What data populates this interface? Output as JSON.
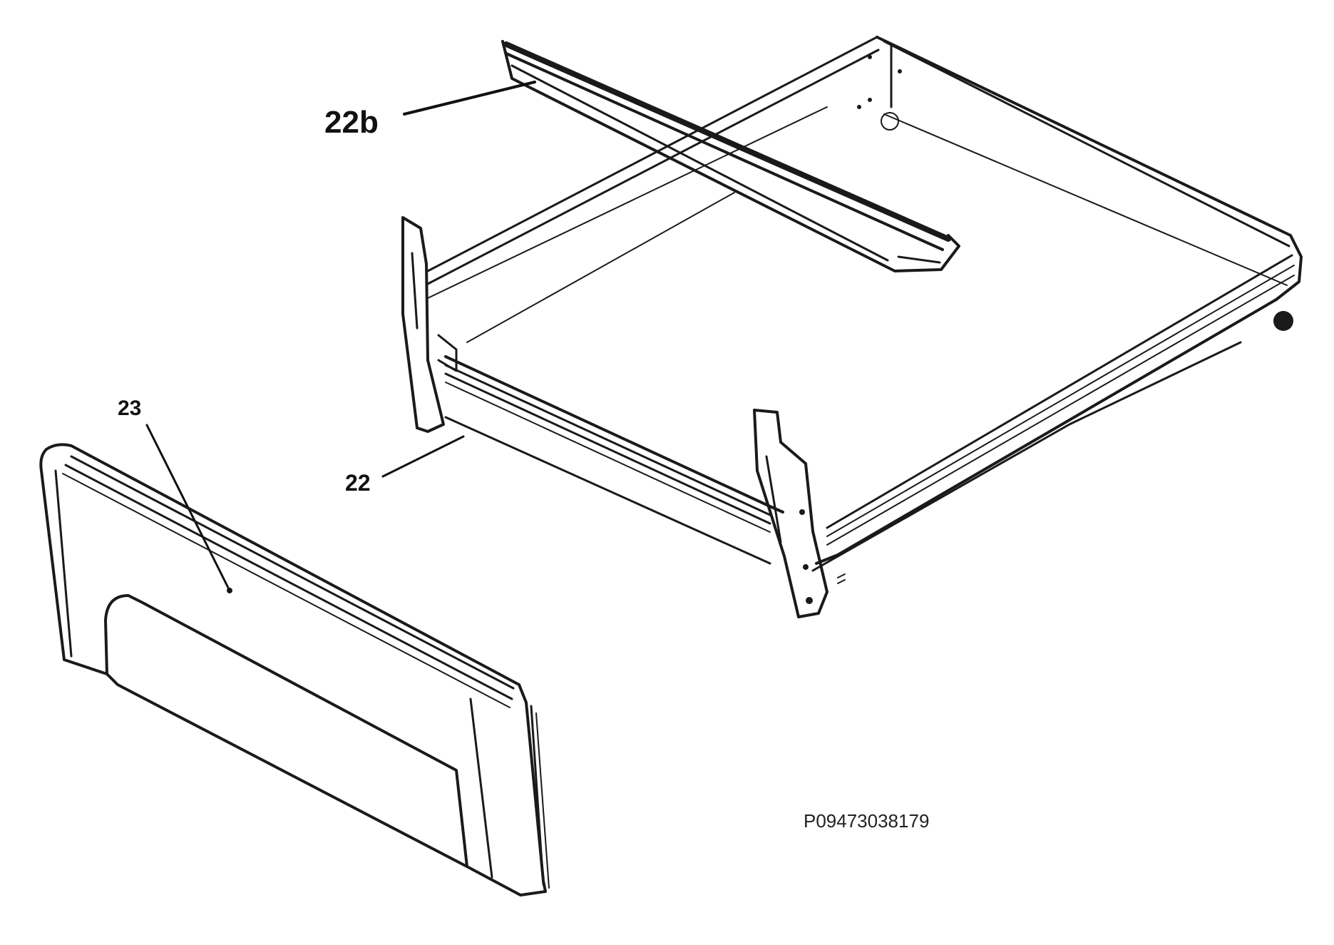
{
  "labels": {
    "rail": "22b",
    "drawer": "22",
    "front_panel": "23"
  },
  "drawing_code": "P09473038179",
  "colors": {
    "ink": "#1a1a1a",
    "paper": "#ffffff"
  }
}
